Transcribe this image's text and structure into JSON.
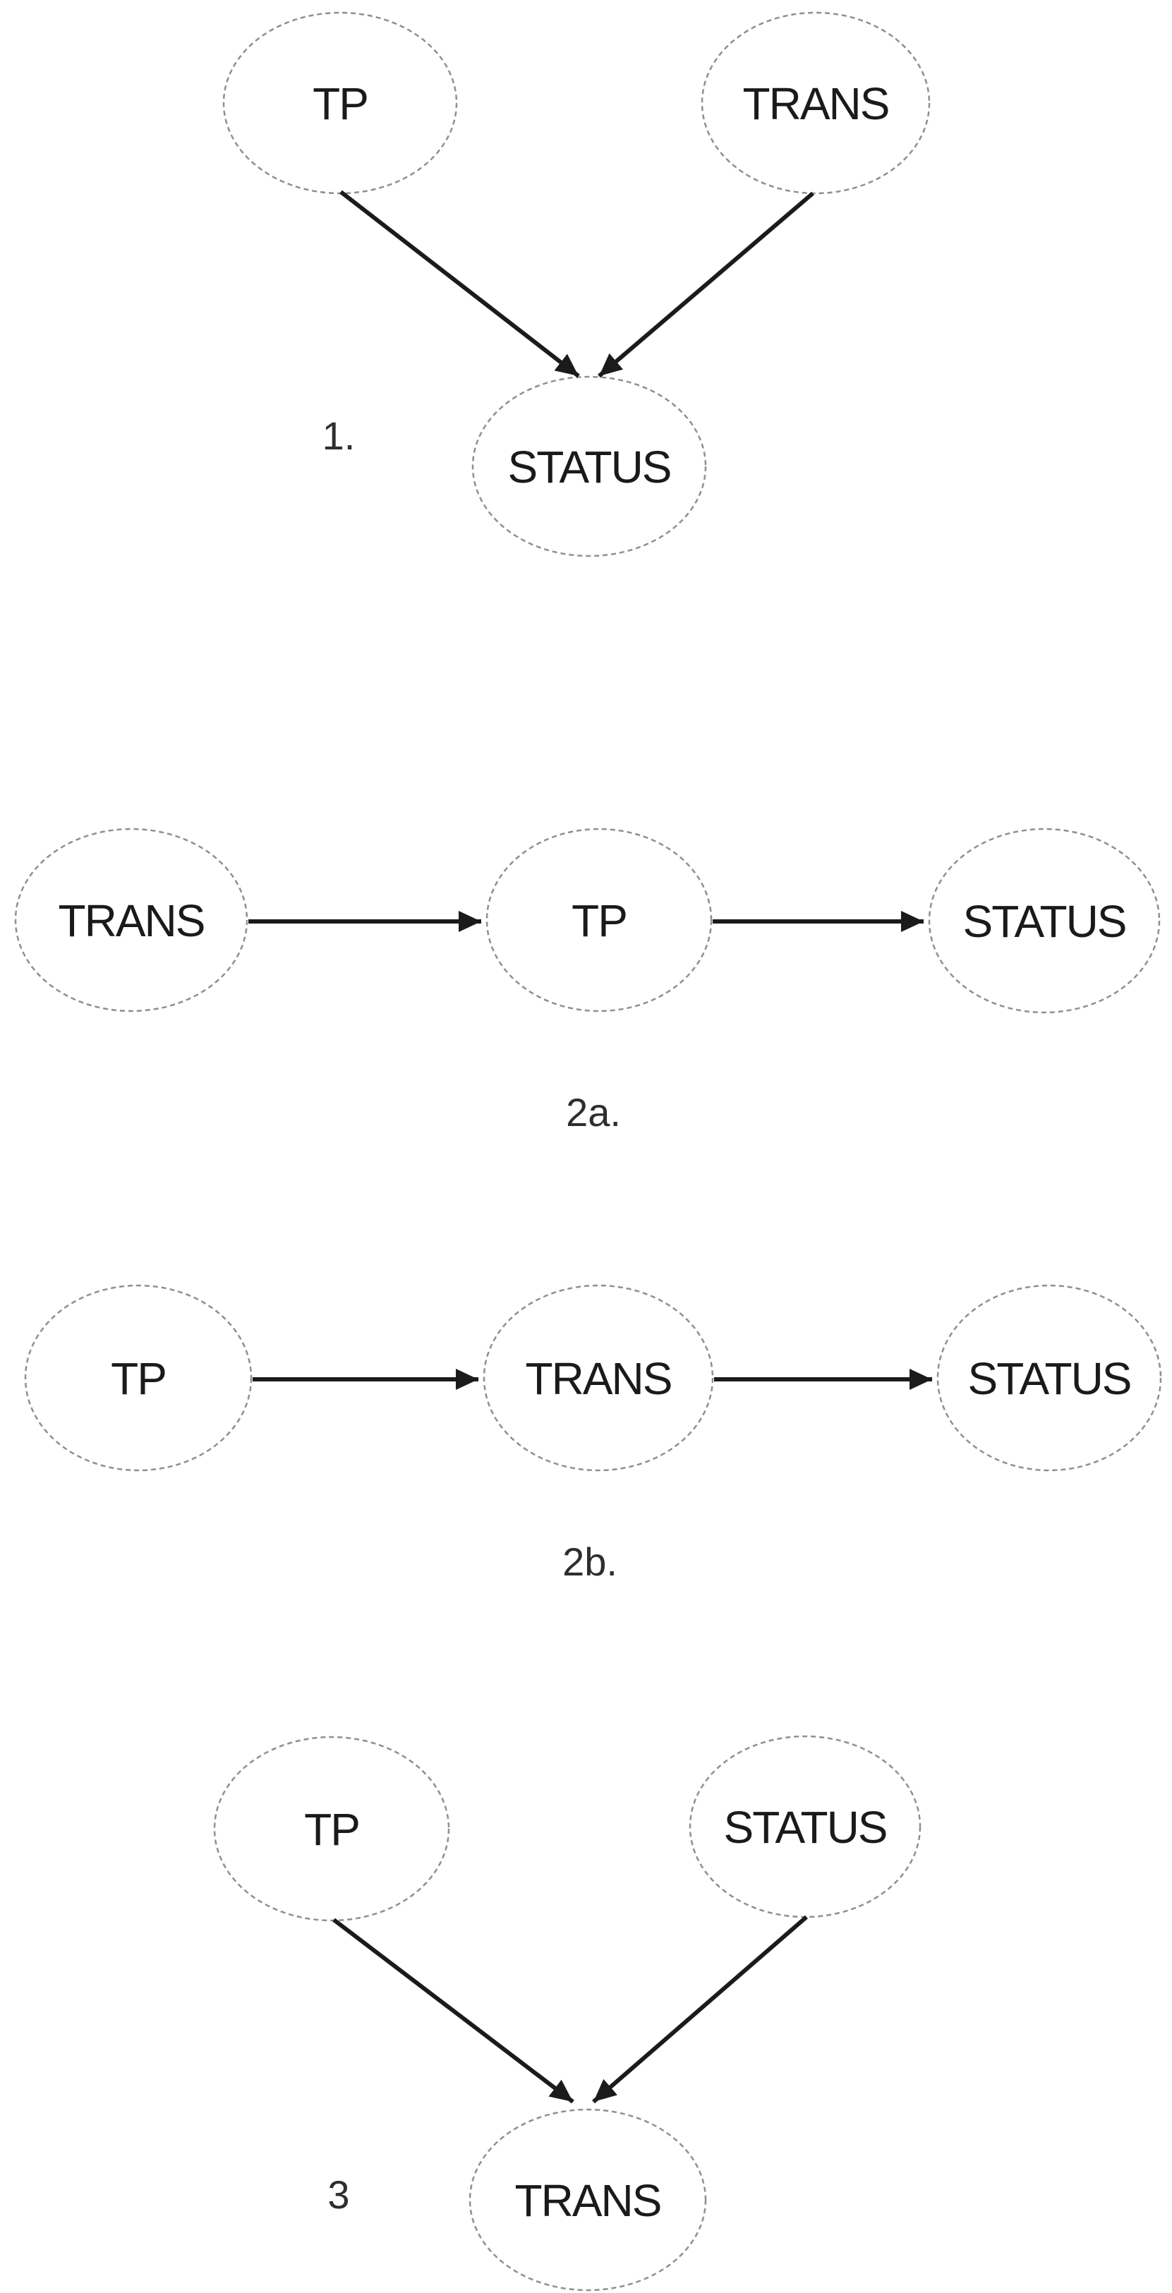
{
  "figure": {
    "background_color": "#ffffff",
    "node_stroke_color": "#8f8f8f",
    "arrow_color": "#1b1b1b",
    "node_text_color": "#1a1a1a",
    "caption_text_color": "#2e2e2e",
    "diagrams": [
      {
        "id": "1",
        "caption": "1.",
        "nodes": [
          {
            "id": "tp",
            "label": "TP"
          },
          {
            "id": "trans",
            "label": "TRANS"
          },
          {
            "id": "status",
            "label": "STATUS"
          }
        ],
        "edges": [
          {
            "from": "tp",
            "to": "status"
          },
          {
            "from": "trans",
            "to": "status"
          }
        ]
      },
      {
        "id": "2a",
        "caption": "2a.",
        "nodes": [
          {
            "id": "trans",
            "label": "TRANS"
          },
          {
            "id": "tp",
            "label": "TP"
          },
          {
            "id": "status",
            "label": "STATUS"
          }
        ],
        "edges": [
          {
            "from": "trans",
            "to": "tp"
          },
          {
            "from": "tp",
            "to": "status"
          }
        ]
      },
      {
        "id": "2b",
        "caption": "2b.",
        "nodes": [
          {
            "id": "tp",
            "label": "TP"
          },
          {
            "id": "trans",
            "label": "TRANS"
          },
          {
            "id": "status",
            "label": "STATUS"
          }
        ],
        "edges": [
          {
            "from": "tp",
            "to": "trans"
          },
          {
            "from": "trans",
            "to": "status"
          }
        ]
      },
      {
        "id": "3",
        "caption": "3",
        "nodes": [
          {
            "id": "tp",
            "label": "TP"
          },
          {
            "id": "status",
            "label": "STATUS"
          },
          {
            "id": "trans",
            "label": "TRANS"
          }
        ],
        "edges": [
          {
            "from": "tp",
            "to": "trans"
          },
          {
            "from": "status",
            "to": "trans"
          }
        ]
      }
    ]
  }
}
